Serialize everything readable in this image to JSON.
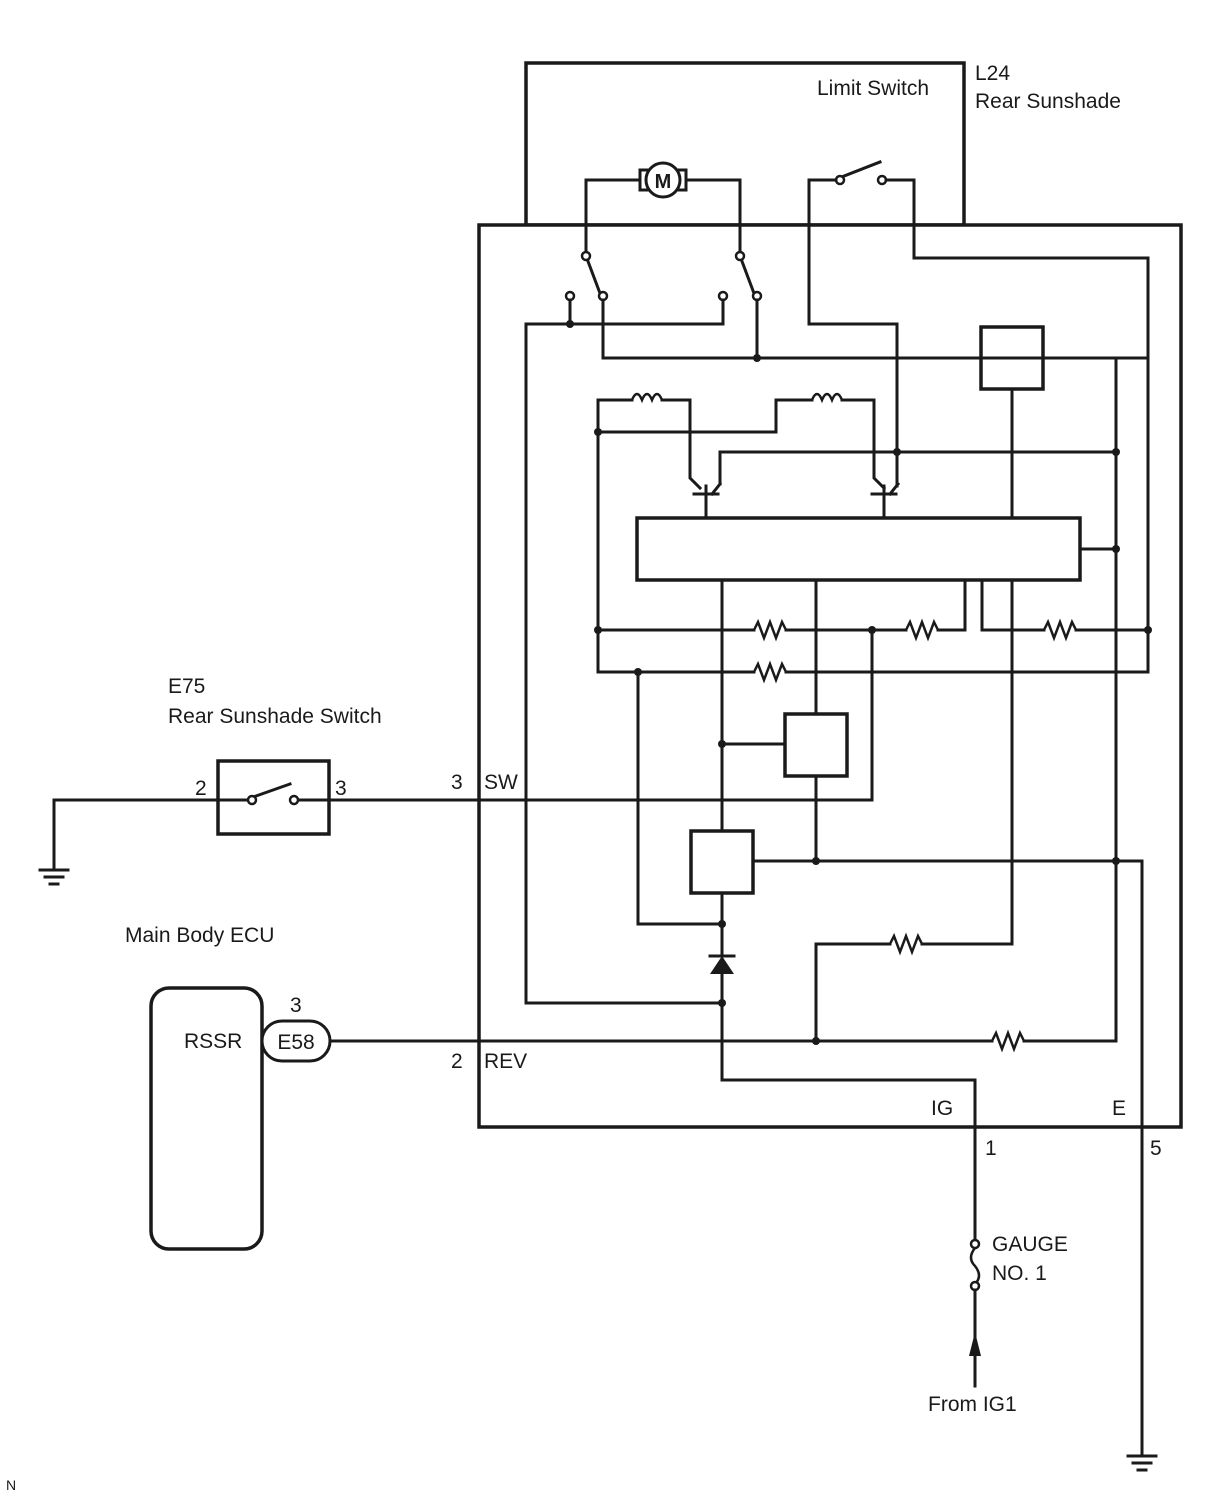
{
  "labels": {
    "l24_code": "L24",
    "l24_name": "Rear Sunshade",
    "limit_switch": "Limit Switch",
    "motor": "M",
    "e75_code": "E75",
    "e75_name": "Rear Sunshade Switch",
    "e75_pin_left": "2",
    "e75_pin_right": "3",
    "sw_pin": "3",
    "sw_name": "SW",
    "ecu_name": "Main Body ECU",
    "rssr": "RSSR",
    "e58": "E58",
    "e58_pin": "3",
    "rev_pin": "2",
    "rev_name": "REV",
    "ig_name": "IG",
    "ig_pin": "1",
    "e_name": "E",
    "e_pin": "5",
    "fuse_line1": "GAUGE",
    "fuse_line2": "NO. 1",
    "from_ig1": "From IG1",
    "corner": "N"
  },
  "icons": {
    "motor": "motor-symbol",
    "ground": "ground-symbol",
    "fuse": "fuse-symbol",
    "diode": "diode-symbol",
    "resistor": "resistor-symbol",
    "coil": "relay-coil-symbol",
    "transistor": "transistor-symbol",
    "switch": "switch-symbol"
  }
}
